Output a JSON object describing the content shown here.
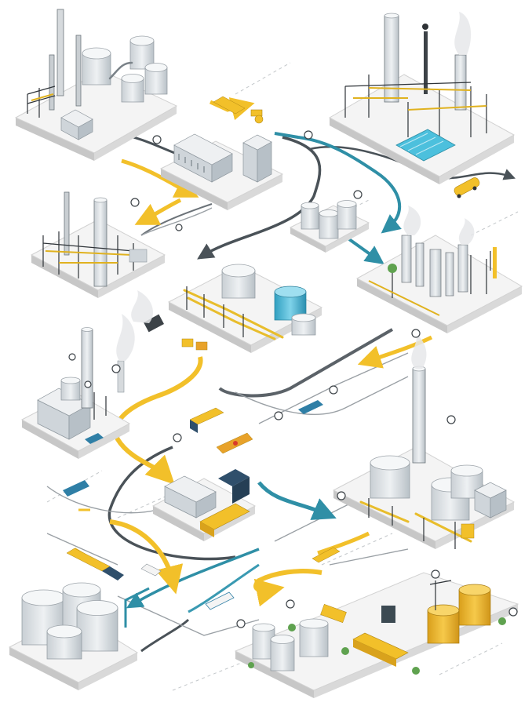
{
  "colors": {
    "flow_yellow": "#f2c02a",
    "flow_teal": "#2f8fa6",
    "flow_dark": "#4a5258",
    "flow_gray": "#9aa0a5",
    "tank_yellow": "#f0b92a",
    "water_blue": "#4cc0dd",
    "platform": "#f4f4f4"
  },
  "facilities": [
    {
      "key": "refinery-top-left",
      "kind": "tank-farm-with-columns"
    },
    {
      "key": "control-building",
      "kind": "office-block"
    },
    {
      "key": "refinery-top-right",
      "kind": "processing-unit"
    },
    {
      "key": "refinery-mid-left",
      "kind": "distillation-column"
    },
    {
      "key": "storage-small",
      "kind": "tank-cluster"
    },
    {
      "key": "pipeline-hub",
      "kind": "pipe-rack-with-blue-tank"
    },
    {
      "key": "chemical-plant-right",
      "kind": "processing-unit"
    },
    {
      "key": "power-plant-left",
      "kind": "boiler-with-chimney"
    },
    {
      "key": "truck-depot",
      "kind": "loading-station"
    },
    {
      "key": "refinery-big-right",
      "kind": "tank-farm-with-tower"
    },
    {
      "key": "tank-farm-bottom-left",
      "kind": "large-tanks"
    },
    {
      "key": "distribution-bottom-right",
      "kind": "yellow-tank-depot"
    }
  ]
}
